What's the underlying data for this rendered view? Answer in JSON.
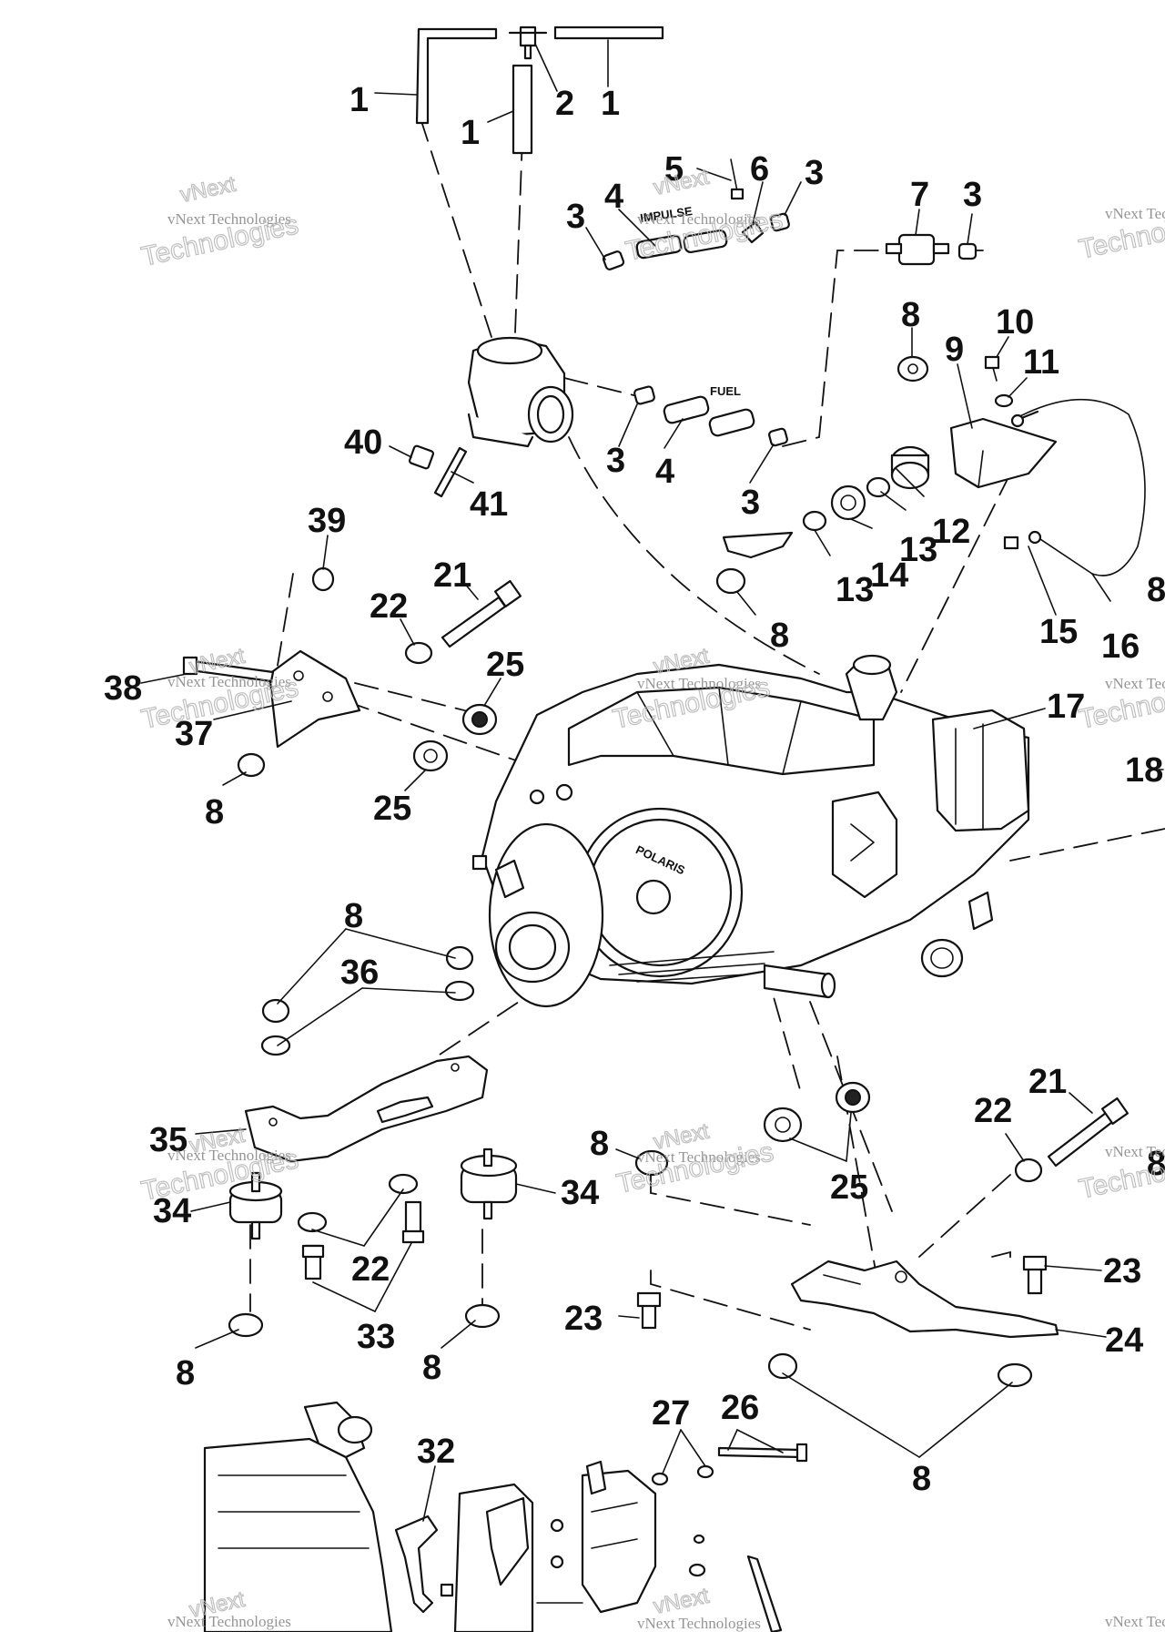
{
  "diagram": {
    "callouts": [
      "1",
      "1",
      "1",
      "2",
      "3",
      "3",
      "3",
      "3",
      "3",
      "4",
      "4",
      "5",
      "6",
      "7",
      "8",
      "8",
      "8",
      "8",
      "8",
      "8",
      "8",
      "8",
      "8",
      "8",
      "9",
      "10",
      "11",
      "12",
      "13",
      "13",
      "14",
      "15",
      "16",
      "17",
      "18",
      "21",
      "21",
      "22",
      "22",
      "22",
      "23",
      "23",
      "24",
      "25",
      "25",
      "25",
      "26",
      "27",
      "32",
      "33",
      "34",
      "34",
      "35",
      "36",
      "37",
      "38",
      "39",
      "40",
      "41"
    ],
    "part_tags": {
      "impulse": "IMPULSE",
      "fuel": "FUEL",
      "brand": "POLARIS"
    },
    "watermark": {
      "line1": "vNext Technologies",
      "line2": "Technologies",
      "line0": "vNext"
    }
  }
}
